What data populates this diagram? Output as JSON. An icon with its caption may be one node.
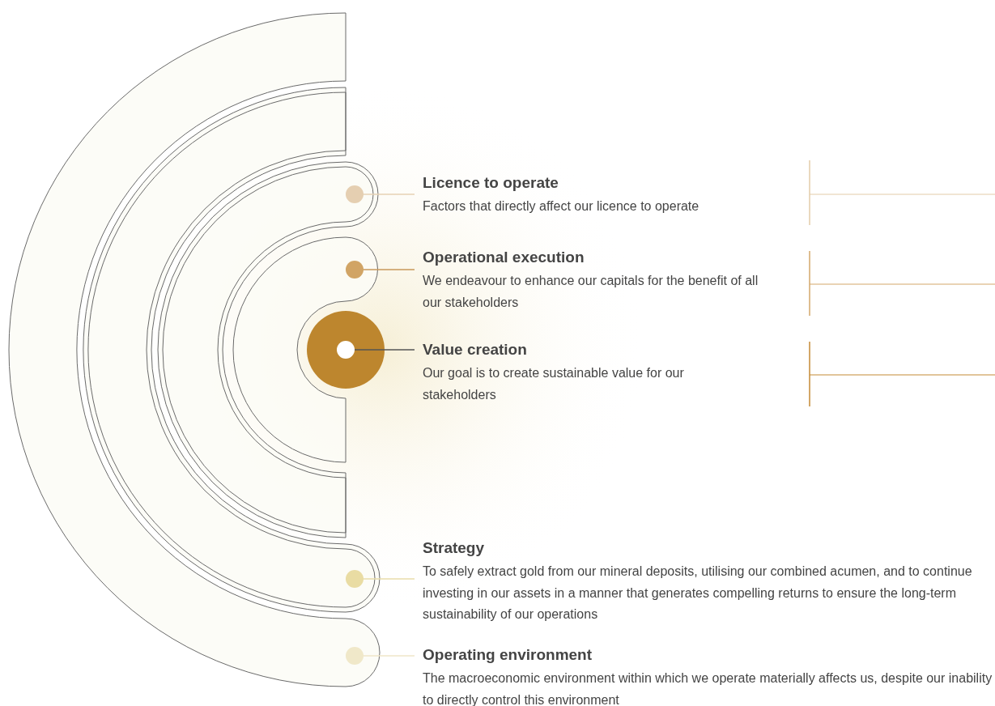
{
  "diagram": {
    "nodes": [
      {
        "text": [],
        "shape": "circle"
      },
      {
        "text": [
          "Licence to operate",
          "Factors that directly affect our licence to operate"
        ]
      },
      {
        "text": [],
        "shape": "circle"
      },
      {
        "text": [
          "Operational execution",
          "We endeavour to enhance our capitals for the benefit of all our stakeholders"
        ]
      },
      {
        "text": [],
        "shape": "circle"
      },
      {
        "text": [
          "Value creation",
          "Our goal is to create sustainable value for our stakeholders"
        ]
      },
      {
        "text": [],
        "shape": "circle"
      },
      {
        "text": [
          "Strategy",
          "To safely extract gold from our mineral deposits, utilising our combined acumen, and to continue investing in our assets in a manner that generates compelling returns to ensure the long-term sustainability of our operations"
        ]
      },
      {
        "text": [],
        "shape": "circle"
      },
      {
        "text": [
          "Operating environment",
          "The macroeconomic environment within which we operate materially affects us, despite our inability to directly control this environment"
        ]
      }
    ],
    "edges": [
      {
        "from": 1,
        "to": 0,
        "arrow": "none",
        "color": "#e6d2b4"
      },
      {
        "from": 3,
        "to": 2,
        "arrow": "none",
        "color": "#c9985a"
      },
      {
        "from": 5,
        "to": 4,
        "arrow": "none",
        "color": "#555555"
      },
      {
        "from": 7,
        "to": 6,
        "arrow": "none",
        "color": "#e8dcaa"
      },
      {
        "from": 9,
        "to": 8,
        "arrow": "none",
        "color": "#efe6c8"
      }
    ]
  }
}
